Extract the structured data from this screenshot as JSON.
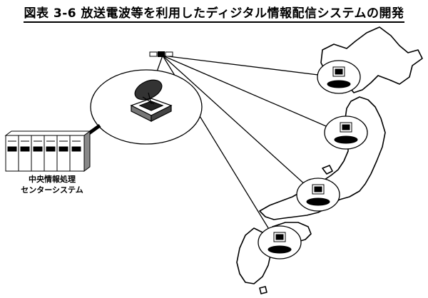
{
  "figure": {
    "title": "図表 3-6  放送電波等を利用したディジタル情報配信システムの開発"
  },
  "center": {
    "label_line1": "中央情報処理",
    "label_line2": "センターシステム"
  },
  "icons": {
    "satellite": "satellite-icon",
    "ground_station": "satellite-dish-icon",
    "server": "server-rack-icon",
    "terminal": "computer-terminal-icon"
  },
  "colors": {
    "line": "#000000",
    "map_fill": "#ffffff",
    "background": "#ffffff"
  }
}
